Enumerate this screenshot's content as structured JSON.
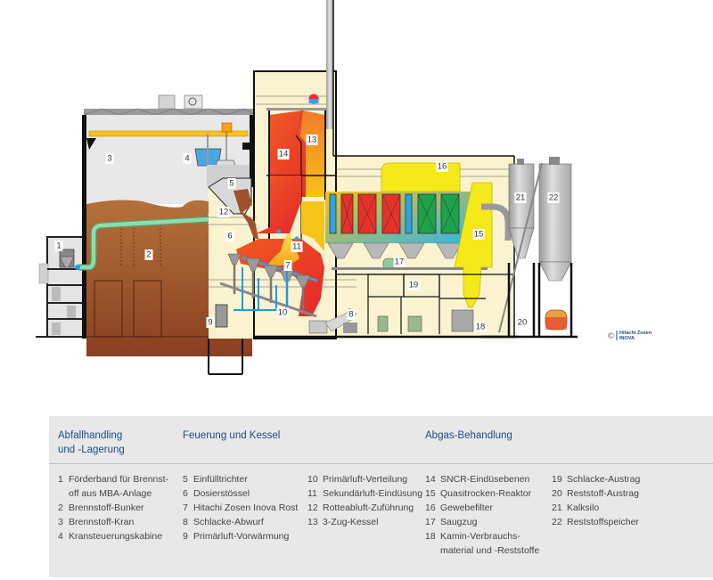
{
  "diagram": {
    "title": "Waste-to-energy plant cross-section",
    "labels": [
      "1",
      "2",
      "3",
      "4",
      "5",
      "6",
      "7",
      "8",
      "9",
      "10",
      "11",
      "12",
      "13",
      "14",
      "15",
      "16",
      "17",
      "18",
      "19",
      "20",
      "21",
      "22"
    ],
    "copyright": {
      "symbol": "©",
      "line1": "Hitachi Zosen",
      "line2": "INOVA"
    },
    "colors": {
      "bunker_waste": "#a0522d",
      "furnace_red": "#e8312a",
      "furnace_orange": "#f07a2a",
      "boiler_yellow": "#f7c21a",
      "reactor_yellow": "#f5e91a",
      "filter_blue": "#2fa4e0",
      "filter_green": "#1fa24a",
      "building_cream": "#fbf3d0",
      "conveyor_green": "#7fcf9a"
    }
  },
  "legend": {
    "sections": [
      {
        "title_line1": "Abfallhandling",
        "title_line2": "und -Lagerung"
      },
      {
        "title_line1": "Feuerung und Kessel",
        "title_line2": ""
      },
      {
        "title_line1": "Abgas-Behandlung",
        "title_line2": ""
      }
    ],
    "columns": [
      [
        {
          "num": "1",
          "text": "Förderband für Brennst-"
        },
        {
          "num": "",
          "text": "off aus MBA-Anlage"
        },
        {
          "num": "2",
          "text": "Brennstoff-Bunker"
        },
        {
          "num": "3",
          "text": "Brennstoff-Kran"
        },
        {
          "num": "4",
          "text": "Kransteuerungskabine"
        }
      ],
      [
        {
          "num": "5",
          "text": "Einfülltrichter"
        },
        {
          "num": "6",
          "text": "Dosierstössel"
        },
        {
          "num": "7",
          "text": "Hitachi Zosen Inova Rost"
        },
        {
          "num": "8",
          "text": "Schlacke-Abwurf"
        },
        {
          "num": "9",
          "text": "Primärluft-Vorwärmung"
        }
      ],
      [
        {
          "num": "10",
          "text": "Primärluft-Verteilung"
        },
        {
          "num": "11",
          "text": "Sekundärluft-Eindüsung"
        },
        {
          "num": "12",
          "text": "Rotteabluft-Zuführung"
        },
        {
          "num": "13",
          "text": "3-Zug-Kessel"
        }
      ],
      [
        {
          "num": "14",
          "text": "SNCR-Eindüsebenen"
        },
        {
          "num": "15",
          "text": "Quasitrocken-Reaktor"
        },
        {
          "num": "16",
          "text": "Gewebefilter"
        },
        {
          "num": "17",
          "text": "Saugzug"
        },
        {
          "num": "18",
          "text": "Kamin-Verbrauchs-"
        },
        {
          "num": "",
          "text": "material und -Reststoffe"
        }
      ],
      [
        {
          "num": "19",
          "text": "Schlacke-Austrag"
        },
        {
          "num": "20",
          "text": "Reststoff-Austrag"
        },
        {
          "num": "21",
          "text": "Kalksilo"
        },
        {
          "num": "22",
          "text": "Reststoffspeicher"
        }
      ]
    ]
  }
}
